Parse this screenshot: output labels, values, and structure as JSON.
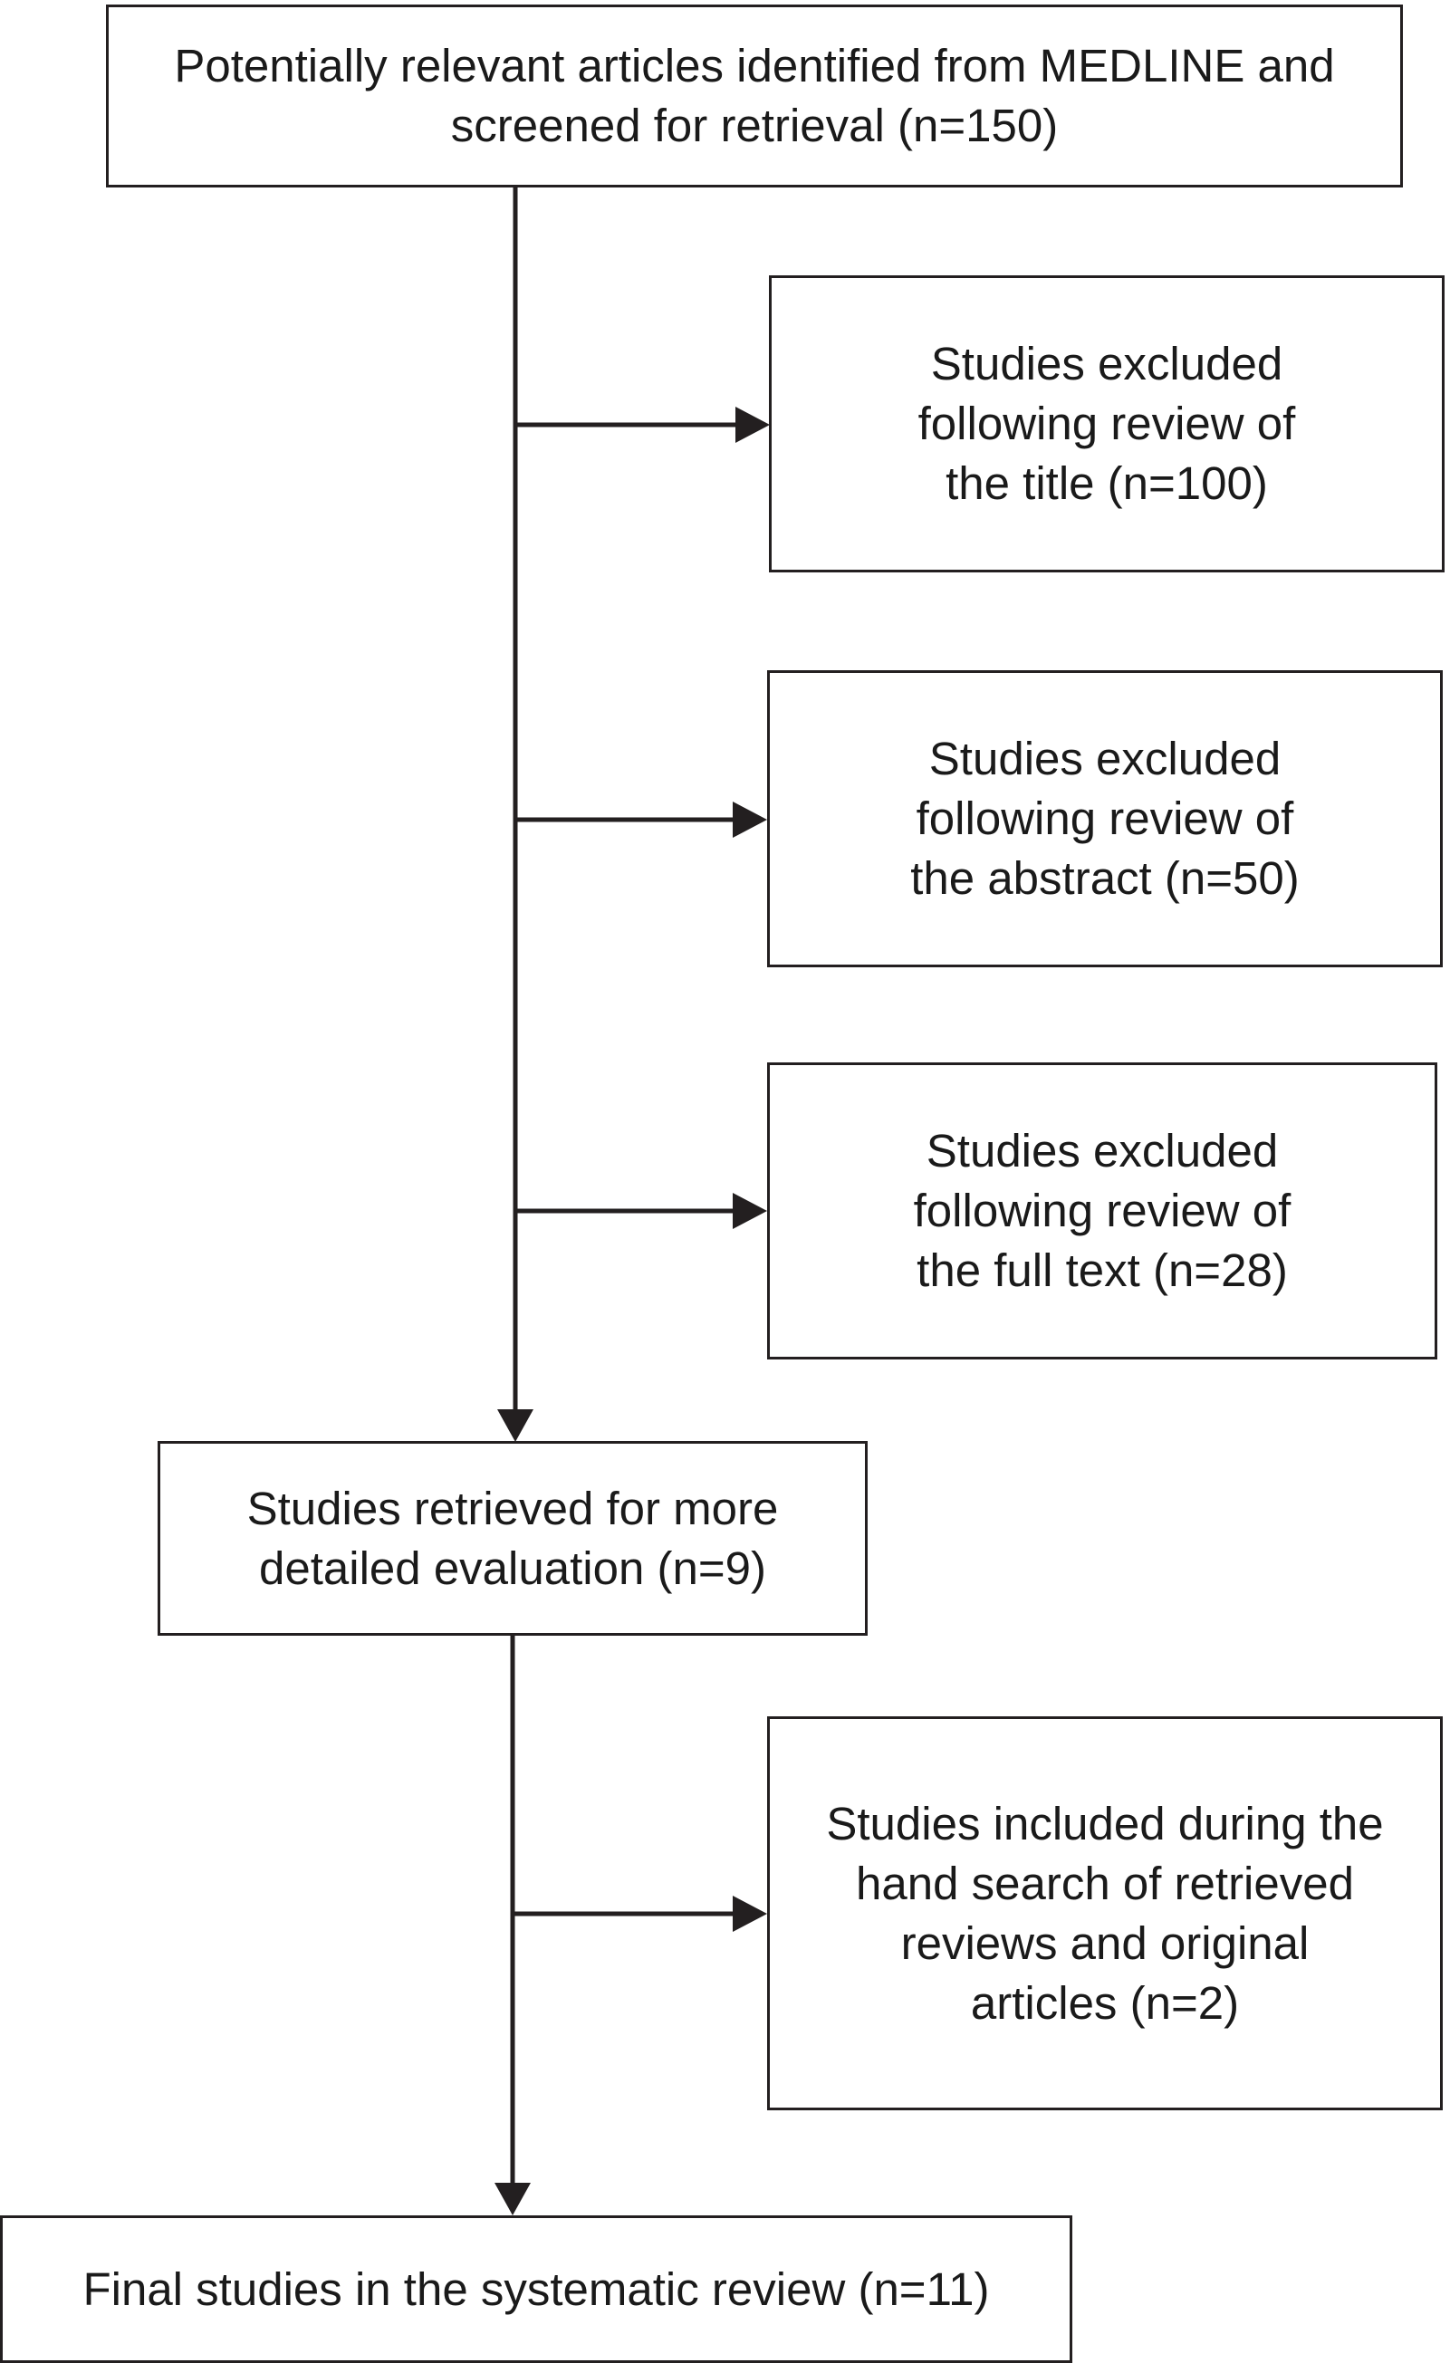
{
  "diagram": {
    "type": "flowchart",
    "nodes": [
      {
        "id": "identified",
        "text": "Potentially relevant articles identified from MEDLINE and\nscreened for retrieval (n=150)"
      },
      {
        "id": "excluded-title",
        "text": "Studies excluded\nfollowing review of\nthe title (n=100)"
      },
      {
        "id": "excluded-abstract",
        "text": "Studies excluded\nfollowing review of\nthe abstract (n=50)"
      },
      {
        "id": "excluded-fulltext",
        "text": "Studies excluded\nfollowing review of\nthe full text (n=28)"
      },
      {
        "id": "retrieved",
        "text": "Studies retrieved for more\ndetailed evaluation (n=9)"
      },
      {
        "id": "hand-search",
        "text": "Studies included during the\nhand search of retrieved\nreviews and original\narticles (n=2)"
      },
      {
        "id": "final",
        "text": "Final studies in the systematic review (n=11)"
      }
    ],
    "edges": [
      {
        "from": "identified",
        "to": "excluded-title"
      },
      {
        "from": "identified",
        "to": "excluded-abstract"
      },
      {
        "from": "identified",
        "to": "excluded-fulltext"
      },
      {
        "from": "identified",
        "to": "retrieved"
      },
      {
        "from": "retrieved",
        "to": "hand-search"
      },
      {
        "from": "retrieved",
        "to": "final"
      }
    ]
  }
}
